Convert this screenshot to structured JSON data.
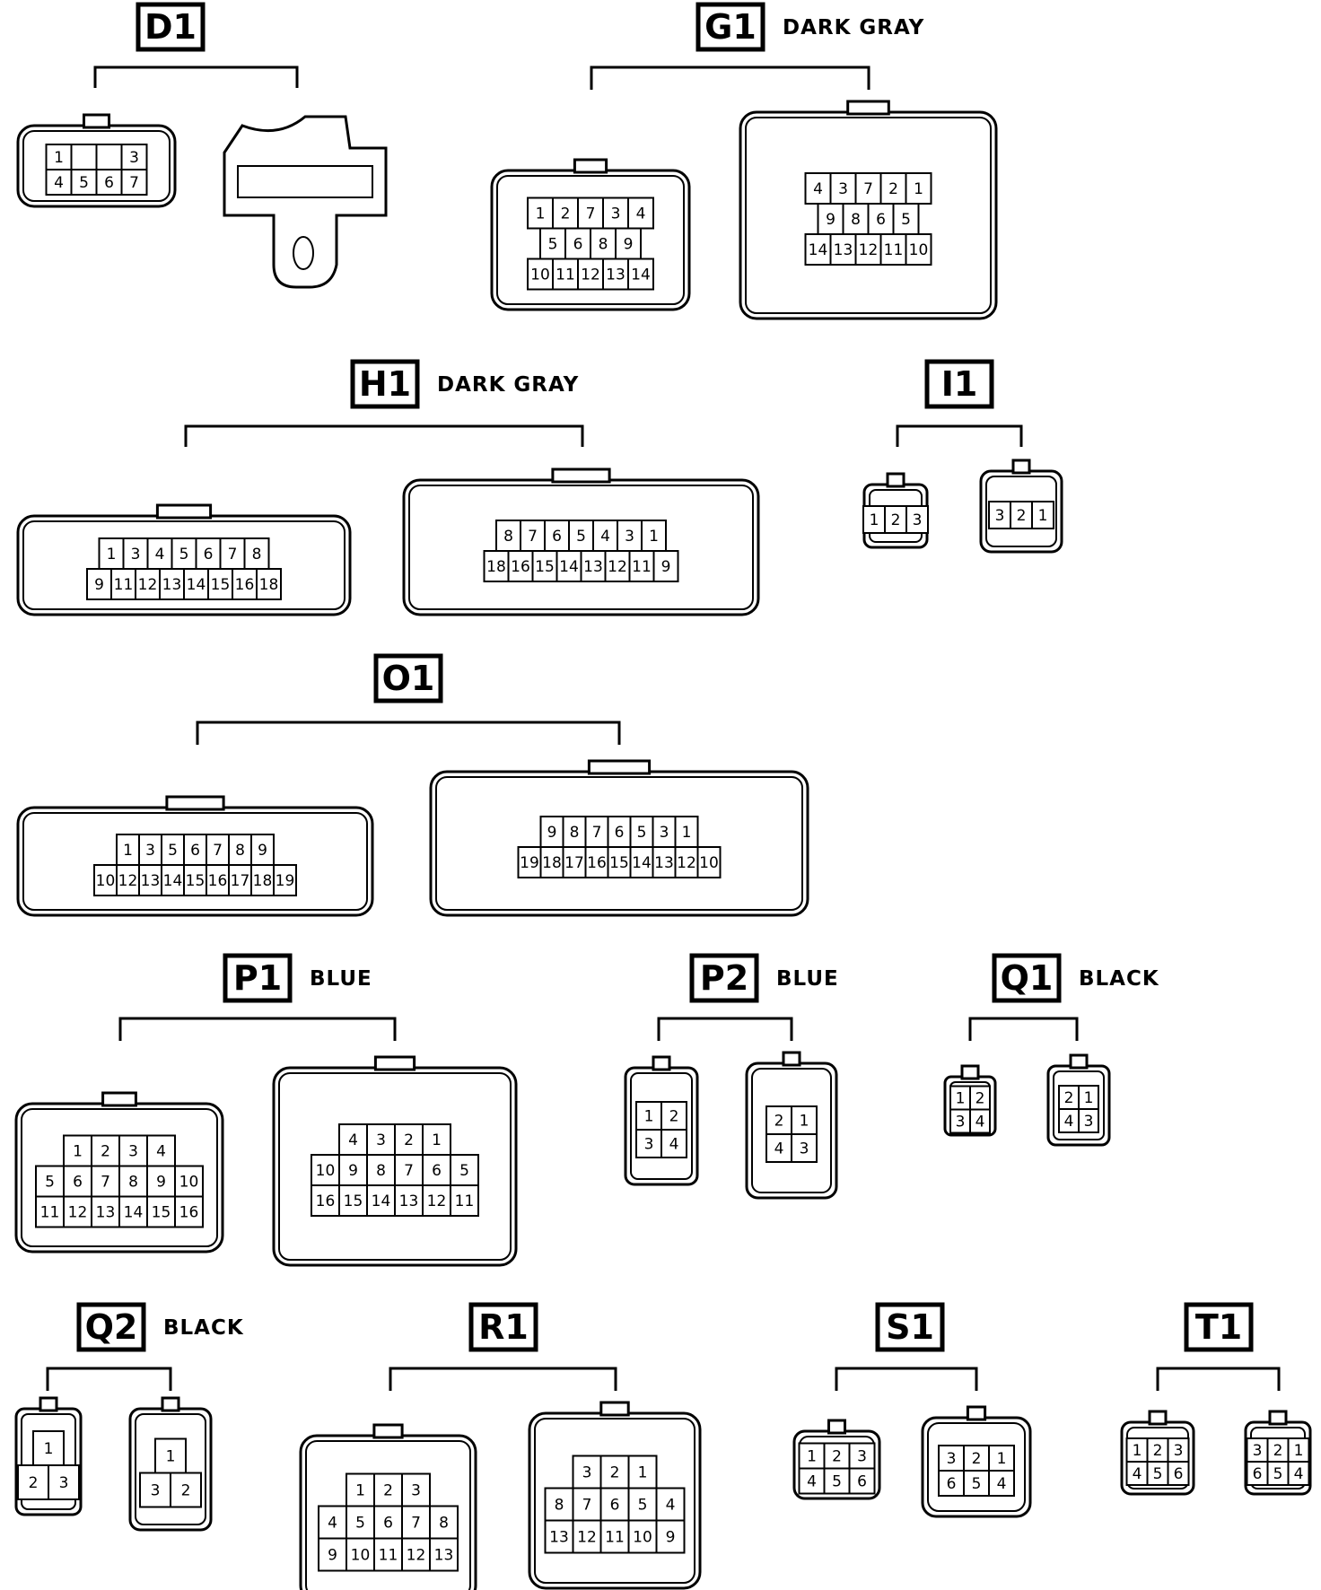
{
  "connectors": [
    {
      "id": "D1",
      "code": "D1",
      "color": "",
      "views": [
        {
          "rows": [
            [
              "1",
              "",
              "",
              "3"
            ],
            [
              "4",
              "5",
              "6",
              "7"
            ]
          ]
        },
        {
          "rows": []
        }
      ]
    },
    {
      "id": "G1",
      "code": "G1",
      "color": "DARK GRAY",
      "views": [
        {
          "rows": [
            [
              "1",
              "2",
              "7",
              "3",
              "4"
            ],
            [
              "5",
              "6",
              "8",
              "9"
            ],
            [
              "10",
              "11",
              "12",
              "13",
              "14"
            ]
          ]
        },
        {
          "rows": [
            [
              "4",
              "3",
              "7",
              "2",
              "1"
            ],
            [
              "9",
              "8",
              "6",
              "5"
            ],
            [
              "14",
              "13",
              "12",
              "11",
              "10"
            ]
          ]
        }
      ]
    },
    {
      "id": "H1",
      "code": "H1",
      "color": "DARK GRAY",
      "views": [
        {
          "rows": [
            [
              "1",
              "3",
              "4",
              "5",
              "6",
              "7",
              "8"
            ],
            [
              "9",
              "11",
              "12",
              "13",
              "14",
              "15",
              "16",
              "18"
            ]
          ]
        },
        {
          "rows": [
            [
              "8",
              "7",
              "6",
              "5",
              "4",
              "3",
              "1"
            ],
            [
              "18",
              "16",
              "15",
              "14",
              "13",
              "12",
              "11",
              "9"
            ]
          ]
        }
      ]
    },
    {
      "id": "I1",
      "code": "I1",
      "color": "",
      "views": [
        {
          "rows": [
            [
              "1",
              "2",
              "3"
            ]
          ]
        },
        {
          "rows": [
            [
              "3",
              "2",
              "1"
            ]
          ]
        }
      ]
    },
    {
      "id": "O1",
      "code": "O1",
      "color": "",
      "views": [
        {
          "rows": [
            [
              "1",
              "3",
              "5",
              "6",
              "7",
              "8",
              "9"
            ],
            [
              "10",
              "12",
              "13",
              "14",
              "15",
              "16",
              "17",
              "18",
              "19"
            ]
          ]
        },
        {
          "rows": [
            [
              "9",
              "8",
              "7",
              "6",
              "5",
              "3",
              "1"
            ],
            [
              "19",
              "18",
              "17",
              "16",
              "15",
              "14",
              "13",
              "12",
              "10"
            ]
          ]
        }
      ]
    },
    {
      "id": "P1",
      "code": "P1",
      "color": "BLUE",
      "views": [
        {
          "rows": [
            [
              "1",
              "2",
              "3",
              "4"
            ],
            [
              "5",
              "6",
              "7",
              "8",
              "9",
              "10"
            ],
            [
              "11",
              "12",
              "13",
              "14",
              "15",
              "16"
            ]
          ]
        },
        {
          "rows": [
            [
              "4",
              "3",
              "2",
              "1"
            ],
            [
              "10",
              "9",
              "8",
              "7",
              "6",
              "5"
            ],
            [
              "16",
              "15",
              "14",
              "13",
              "12",
              "11"
            ]
          ]
        }
      ]
    },
    {
      "id": "P2",
      "code": "P2",
      "color": "BLUE",
      "views": [
        {
          "rows": [
            [
              "1",
              "2"
            ],
            [
              "3",
              "4"
            ]
          ]
        },
        {
          "rows": [
            [
              "2",
              "1"
            ],
            [
              "4",
              "3"
            ]
          ]
        }
      ]
    },
    {
      "id": "Q1",
      "code": "Q1",
      "color": "BLACK",
      "views": [
        {
          "rows": [
            [
              "1",
              "2"
            ],
            [
              "3",
              "4"
            ]
          ]
        },
        {
          "rows": [
            [
              "2",
              "1"
            ],
            [
              "4",
              "3"
            ]
          ]
        }
      ]
    },
    {
      "id": "Q2",
      "code": "Q2",
      "color": "BLACK",
      "views": [
        {
          "rows": [
            [
              "1"
            ],
            [
              "2",
              "3"
            ]
          ]
        },
        {
          "rows": [
            [
              "1"
            ],
            [
              "3",
              "2"
            ]
          ]
        }
      ]
    },
    {
      "id": "R1",
      "code": "R1",
      "color": "",
      "views": [
        {
          "rows": [
            [
              "1",
              "2",
              "3"
            ],
            [
              "4",
              "5",
              "6",
              "7",
              "8"
            ],
            [
              "9",
              "10",
              "11",
              "12",
              "13"
            ]
          ]
        },
        {
          "rows": [
            [
              "3",
              "2",
              "1"
            ],
            [
              "8",
              "7",
              "6",
              "5",
              "4"
            ],
            [
              "13",
              "12",
              "11",
              "10",
              "9"
            ]
          ]
        }
      ]
    },
    {
      "id": "S1",
      "code": "S1",
      "color": "",
      "views": [
        {
          "rows": [
            [
              "1",
              "2",
              "3"
            ],
            [
              "4",
              "5",
              "6"
            ]
          ]
        },
        {
          "rows": [
            [
              "3",
              "2",
              "1"
            ],
            [
              "6",
              "5",
              "4"
            ]
          ]
        }
      ]
    },
    {
      "id": "T1",
      "code": "T1",
      "color": "",
      "views": [
        {
          "rows": [
            [
              "1",
              "2",
              "3"
            ],
            [
              "4",
              "5",
              "6"
            ]
          ]
        },
        {
          "rows": [
            [
              "3",
              "2",
              "1"
            ],
            [
              "6",
              "5",
              "4"
            ]
          ]
        }
      ]
    }
  ]
}
